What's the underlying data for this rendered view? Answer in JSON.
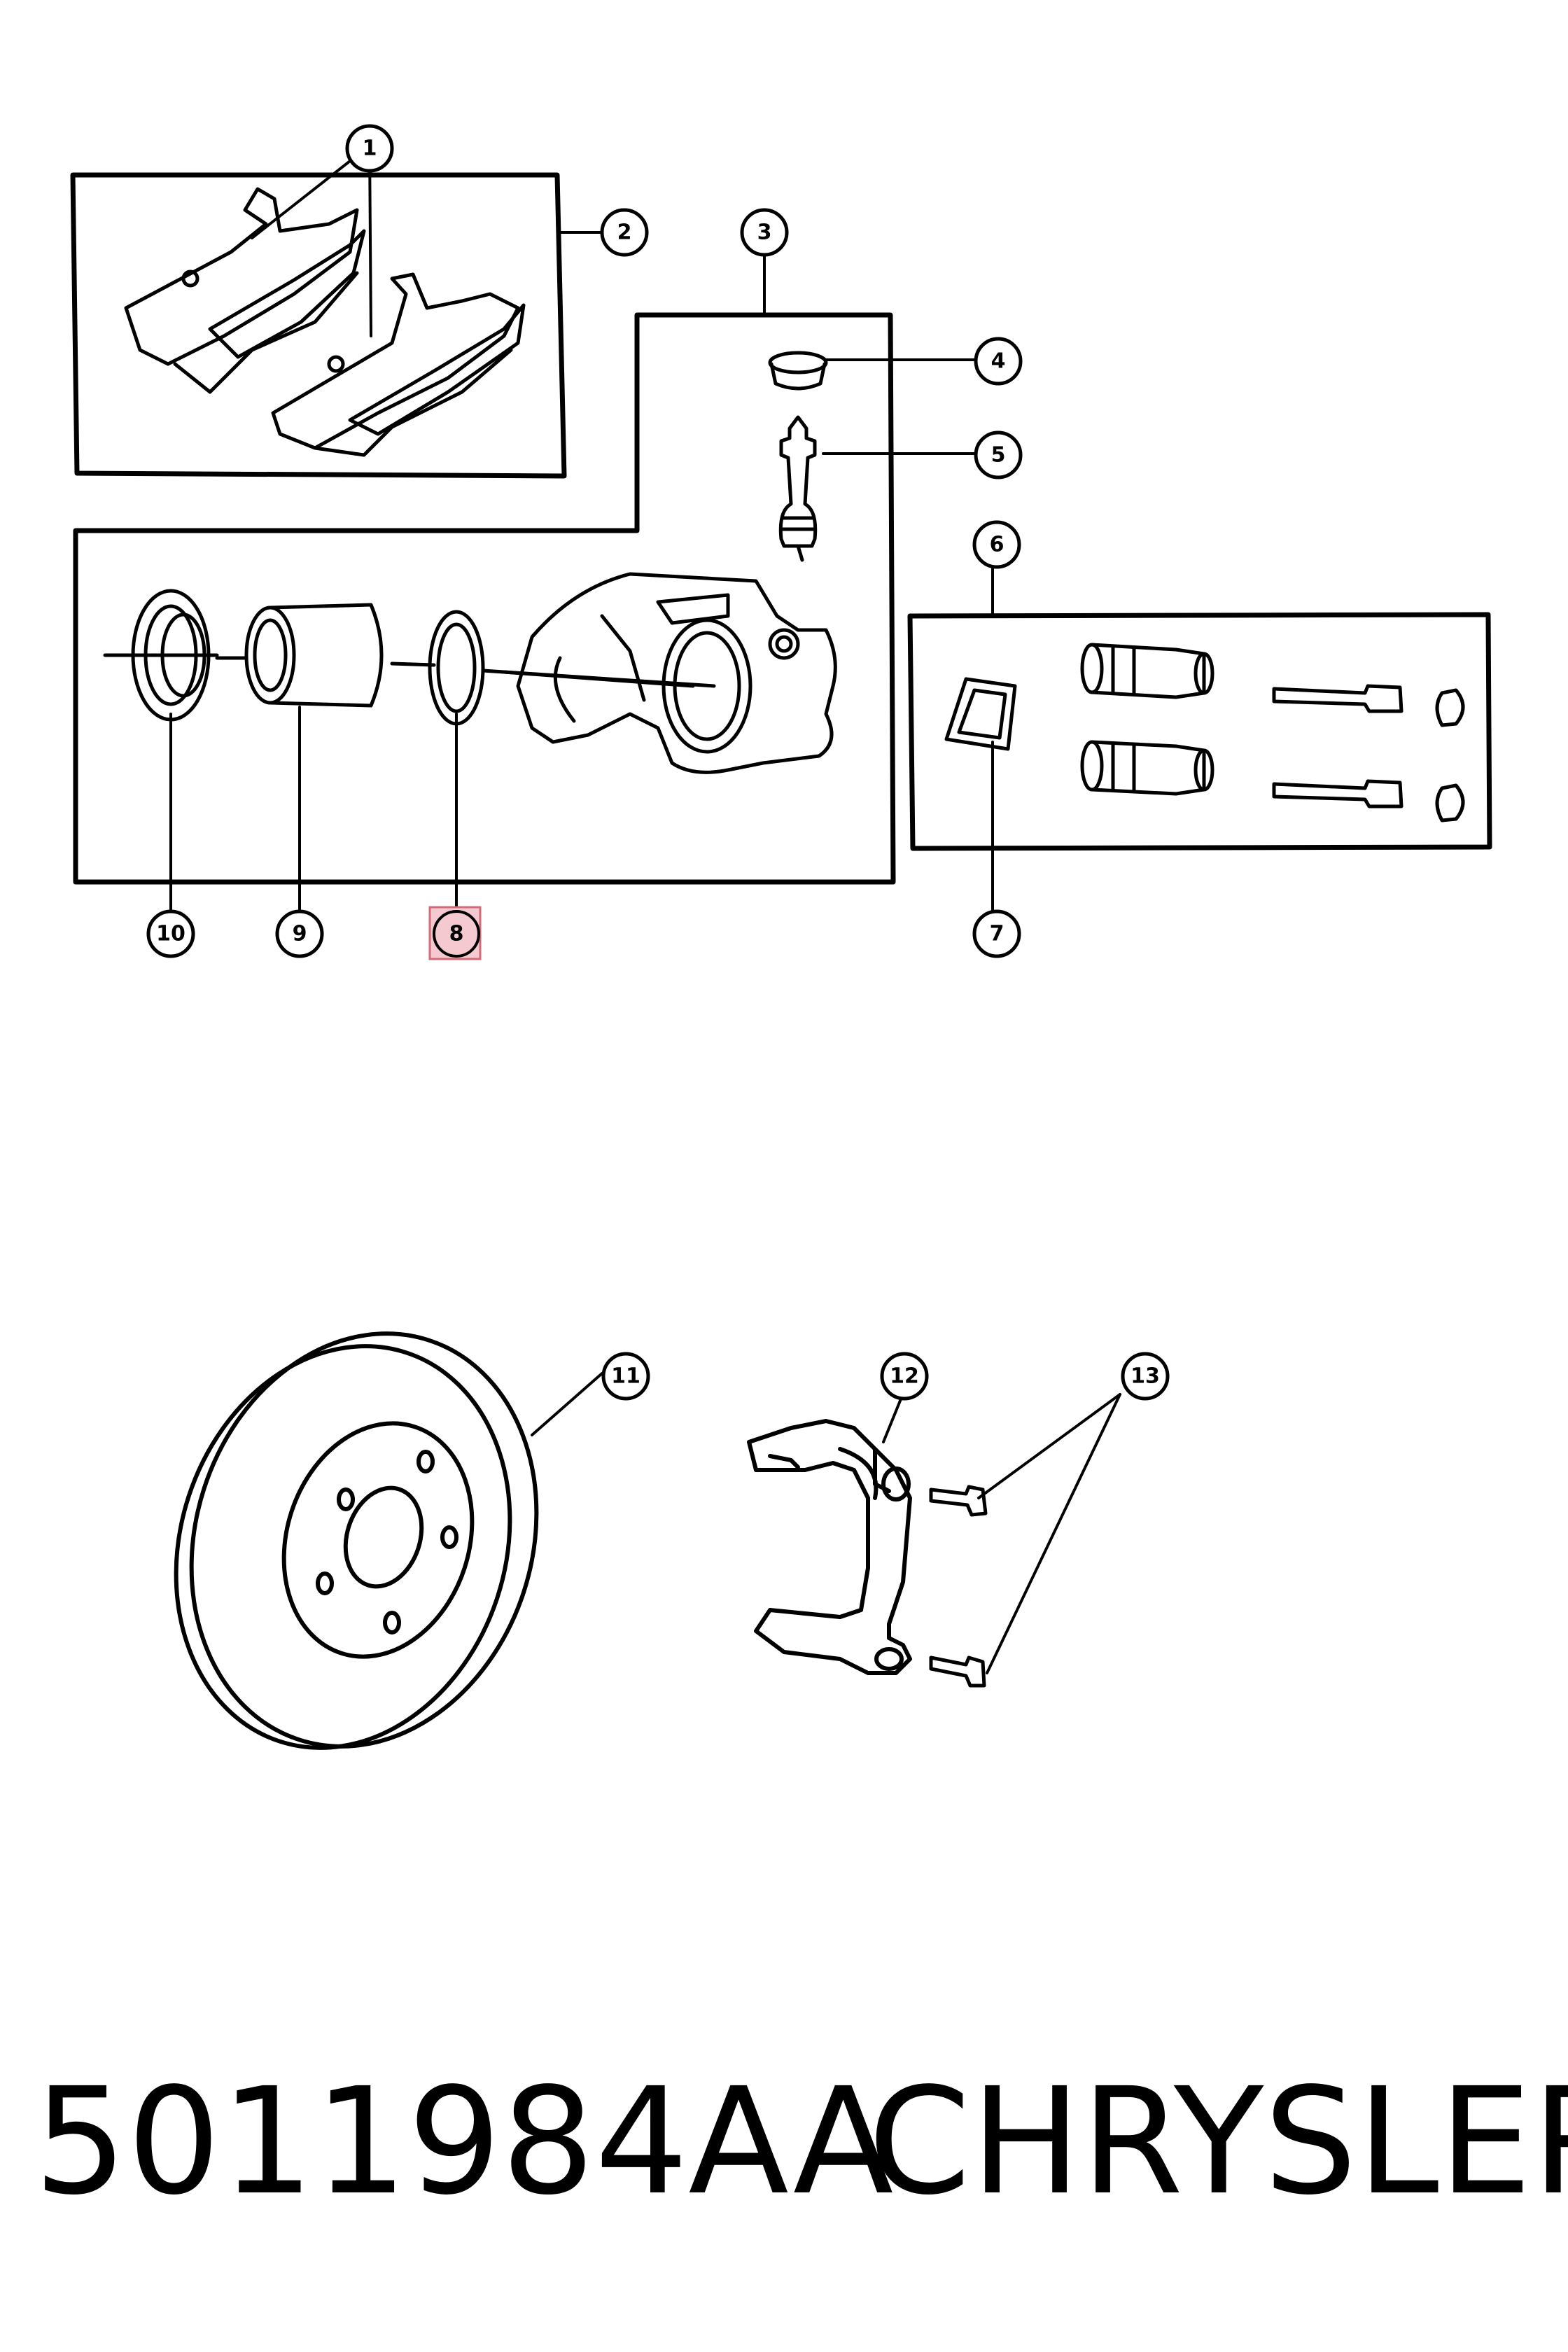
{
  "callouts": {
    "c1": "1",
    "c2": "2",
    "c3": "3",
    "c4": "4",
    "c5": "5",
    "c6": "6",
    "c7": "7",
    "c8": "8",
    "c9": "9",
    "c10": "10",
    "c11": "11",
    "c12": "12",
    "c13": "13"
  },
  "highlighted_callout": "8",
  "colors": {
    "line": "#000000",
    "highlight_fill": "#f4c9cf",
    "highlight_border": "#d36b7a"
  },
  "footer": {
    "part_number": "5011984AA",
    "brand": "CHRYSLER"
  }
}
